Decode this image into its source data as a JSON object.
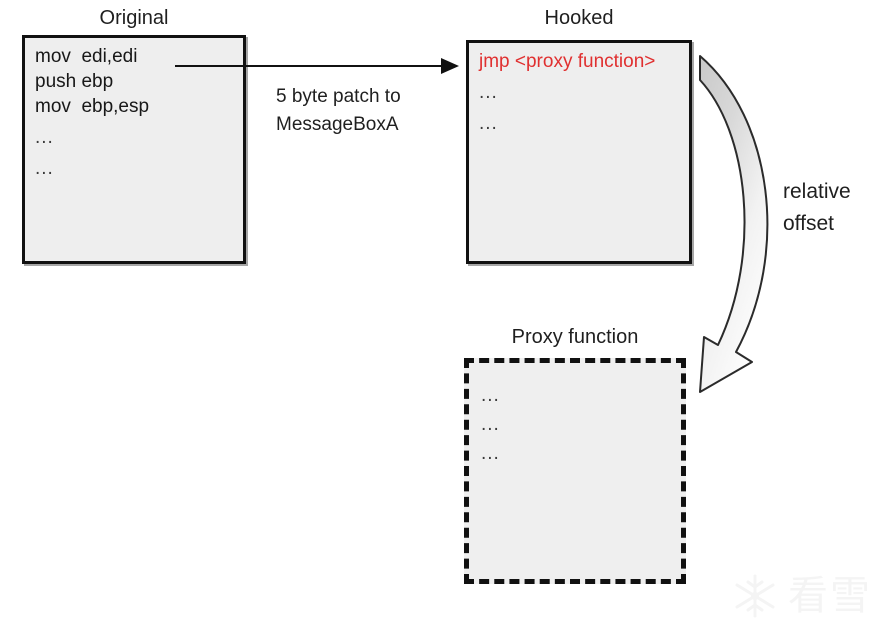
{
  "diagram": {
    "type": "api-hooking-illustration",
    "colors": {
      "box_fill": "#eeeeee",
      "box_border": "#111111",
      "code_text": "#181818",
      "highlight_red": "#e03030",
      "arrow_fill_gradient_start": "#d0d0d0",
      "arrow_fill_gradient_end": "#f7f7f7",
      "watermark": "#f4f4f4",
      "background": "#ffffff"
    }
  },
  "original_box": {
    "title": "Original",
    "lines": [
      "mov  edi,edi",
      "push ebp",
      "mov  ebp,esp"
    ],
    "ellipsis": [
      "...",
      "..."
    ]
  },
  "hooked_box": {
    "title": "Hooked",
    "jmp_line": "jmp <proxy function>",
    "ellipsis": [
      "...",
      "..."
    ]
  },
  "proxy_box": {
    "title": "Proxy function",
    "ellipsis": [
      "...",
      "...",
      "..."
    ]
  },
  "patch_arrow": {
    "label_line1": "5 byte patch to",
    "label_line2": "MessageBoxA",
    "direction": "left-to-right"
  },
  "offset_arrow": {
    "label_line1": "relative",
    "label_line2": "offset",
    "direction": "curved-down-left"
  },
  "watermark": {
    "icon": "snowflake-icon",
    "text": "看雪"
  }
}
